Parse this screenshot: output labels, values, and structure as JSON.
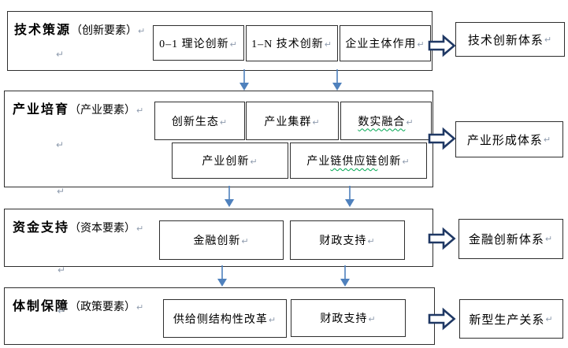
{
  "pilcrow": "↵",
  "colors": {
    "box_border": "#2e2e2e",
    "down_arrow": "#4f81bd",
    "block_arrow_outline": "#1f3864",
    "grammar_squiggle": "#00a650",
    "paragraph_mark": "#8f9cae",
    "text": "#000000",
    "background": "#ffffff"
  },
  "rows": [
    {
      "label": "技术策源",
      "label_suffix": "（创新要素）",
      "result": "技术创新体系",
      "boxes": [
        {
          "pre": "0–1 理论创新",
          "wavy": "",
          "post": ""
        },
        {
          "pre": "1–N 技术创新",
          "wavy": "",
          "post": ""
        },
        {
          "pre": "企业主体作用",
          "wavy": "",
          "post": ""
        }
      ]
    },
    {
      "label": "产业培育",
      "label_suffix": "（产业要素）",
      "result": "产业形成体系",
      "boxes": [
        {
          "pre": "创新生态",
          "wavy": "",
          "post": ""
        },
        {
          "pre": "产业集群",
          "wavy": "",
          "post": ""
        },
        {
          "pre": "",
          "wavy": "数实融合",
          "post": ""
        },
        {
          "pre": "产业创新",
          "wavy": "",
          "post": ""
        },
        {
          "pre": "产业",
          "wavy": "链供应链",
          "post": "创新"
        }
      ]
    },
    {
      "label": "资金支持",
      "label_suffix": "（资本要素）",
      "result": "金融创新体系",
      "boxes": [
        {
          "pre": "金融创新",
          "wavy": "",
          "post": ""
        },
        {
          "pre": "财政支持",
          "wavy": "",
          "post": ""
        }
      ]
    },
    {
      "label": "体制保障",
      "label_suffix": "（政策要素）",
      "result": "新型生产关系",
      "boxes": [
        {
          "pre": "供给侧结构性改革",
          "wavy": "",
          "post": ""
        },
        {
          "pre": "财政支持",
          "wavy": "",
          "post": ""
        }
      ]
    }
  ]
}
